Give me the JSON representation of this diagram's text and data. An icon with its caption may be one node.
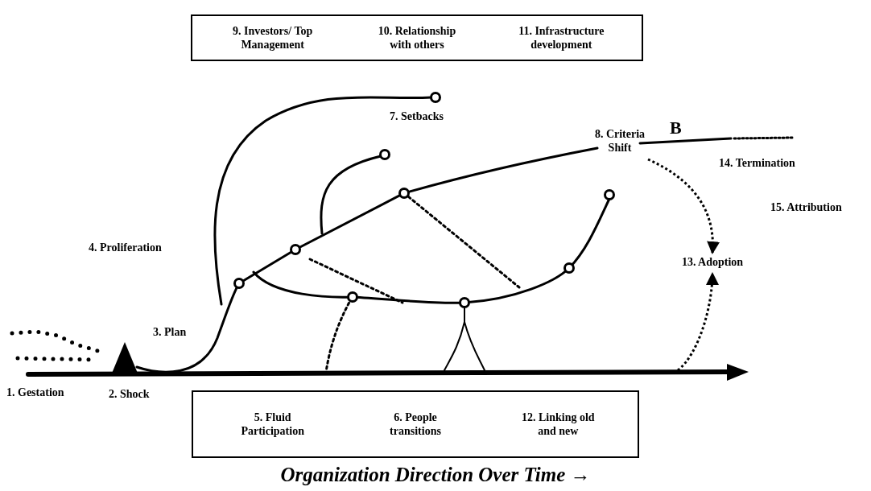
{
  "diagram": {
    "caption": "Organization Direction Over Time →",
    "nodes": [
      {
        "text": [
          "9. Investors/ Top Management",
          "10. Relationship with others",
          "11. Infrastructure development"
        ]
      },
      {
        "text": [
          "8. Criteria Shift"
        ]
      },
      {
        "text": [
          "13. Adoption"
        ]
      },
      {
        "text": [
          "5. Fluid Participation",
          "6. People transitions",
          "12. Linking old and new"
        ]
      }
    ],
    "edges": [
      {
        "from": 1,
        "to": 2,
        "arrow": "to",
        "style": "dashed"
      },
      {
        "from": null,
        "to": 2,
        "arrow": "to",
        "style": "dashed"
      }
    ],
    "labels": [
      "7. Setbacks",
      "B",
      "14. Termination",
      "15. Attribution",
      "4. Proliferation",
      "3. Plan",
      "1. Gestation",
      "2. Shock"
    ]
  }
}
